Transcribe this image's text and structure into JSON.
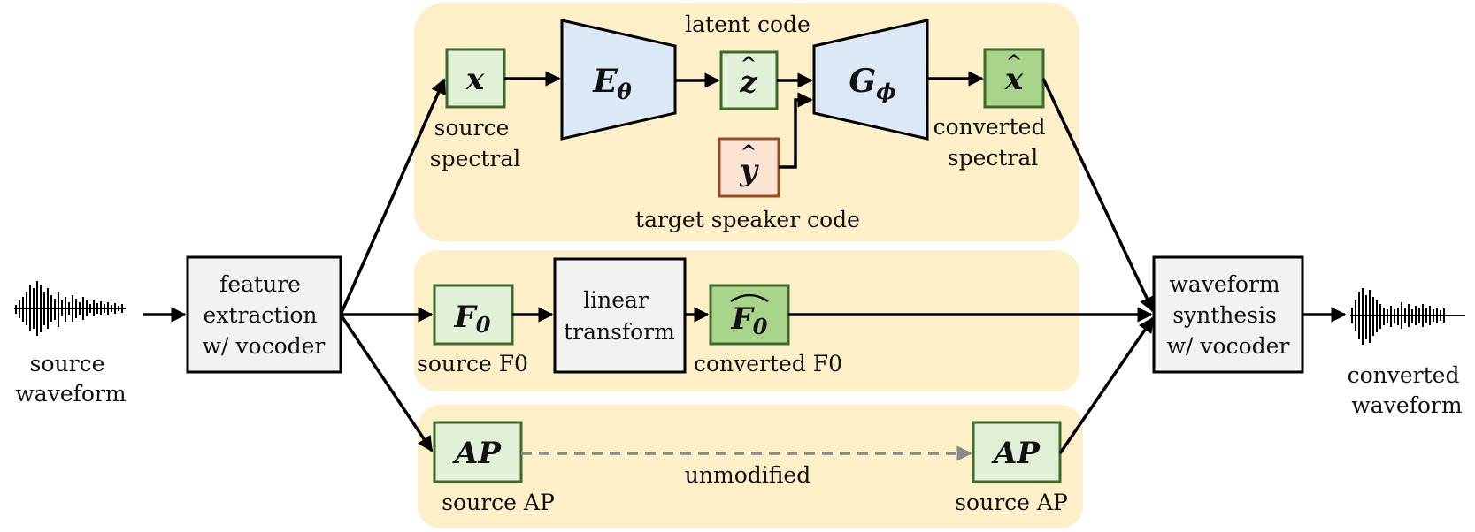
{
  "colors": {
    "panel": "#fdf0c8",
    "feature_fill": "#e3f0d8",
    "feature_fill_dark": "#a8d38a",
    "feature_stroke": "#3c6a2a",
    "network_fill": "#dce8f5",
    "speaker_fill": "#fbe3d4",
    "speaker_stroke": "#9b4a1e",
    "process_fill": "#f2f2f2",
    "arrow": "#000000",
    "dashed_arrow": "#888888"
  },
  "labels": {
    "source_waveform": [
      "source",
      "waveform"
    ],
    "converted_waveform": [
      "converted",
      "waveform"
    ],
    "feature_extraction": [
      "feature",
      "extraction",
      "w/ vocoder"
    ],
    "waveform_synthesis": [
      "waveform",
      "synthesis",
      "w/ vocoder"
    ],
    "latent_code": "latent code",
    "source_spectral": [
      "source",
      "spectral"
    ],
    "converted_spectral": [
      "converted",
      "spectral"
    ],
    "target_speaker_code": "target speaker code",
    "source_f0": "source F0",
    "converted_f0": "converted F0",
    "linear_transform": [
      "linear",
      "transform"
    ],
    "source_ap_left": "source AP",
    "source_ap_right": "source AP",
    "unmodified": "unmodified"
  },
  "symbols": {
    "x": "x",
    "encoder": "E",
    "encoder_sub": "θ",
    "z_hat": "z",
    "decoder": "G",
    "decoder_sub": "ϕ",
    "x_hat": "x",
    "y_hat": "y",
    "f0": "F",
    "f0_sub": "0",
    "f0_hat": "F",
    "f0_hat_sub": "0",
    "ap_left": "AP",
    "ap_right": "AP",
    "hat_glyph": "^"
  }
}
